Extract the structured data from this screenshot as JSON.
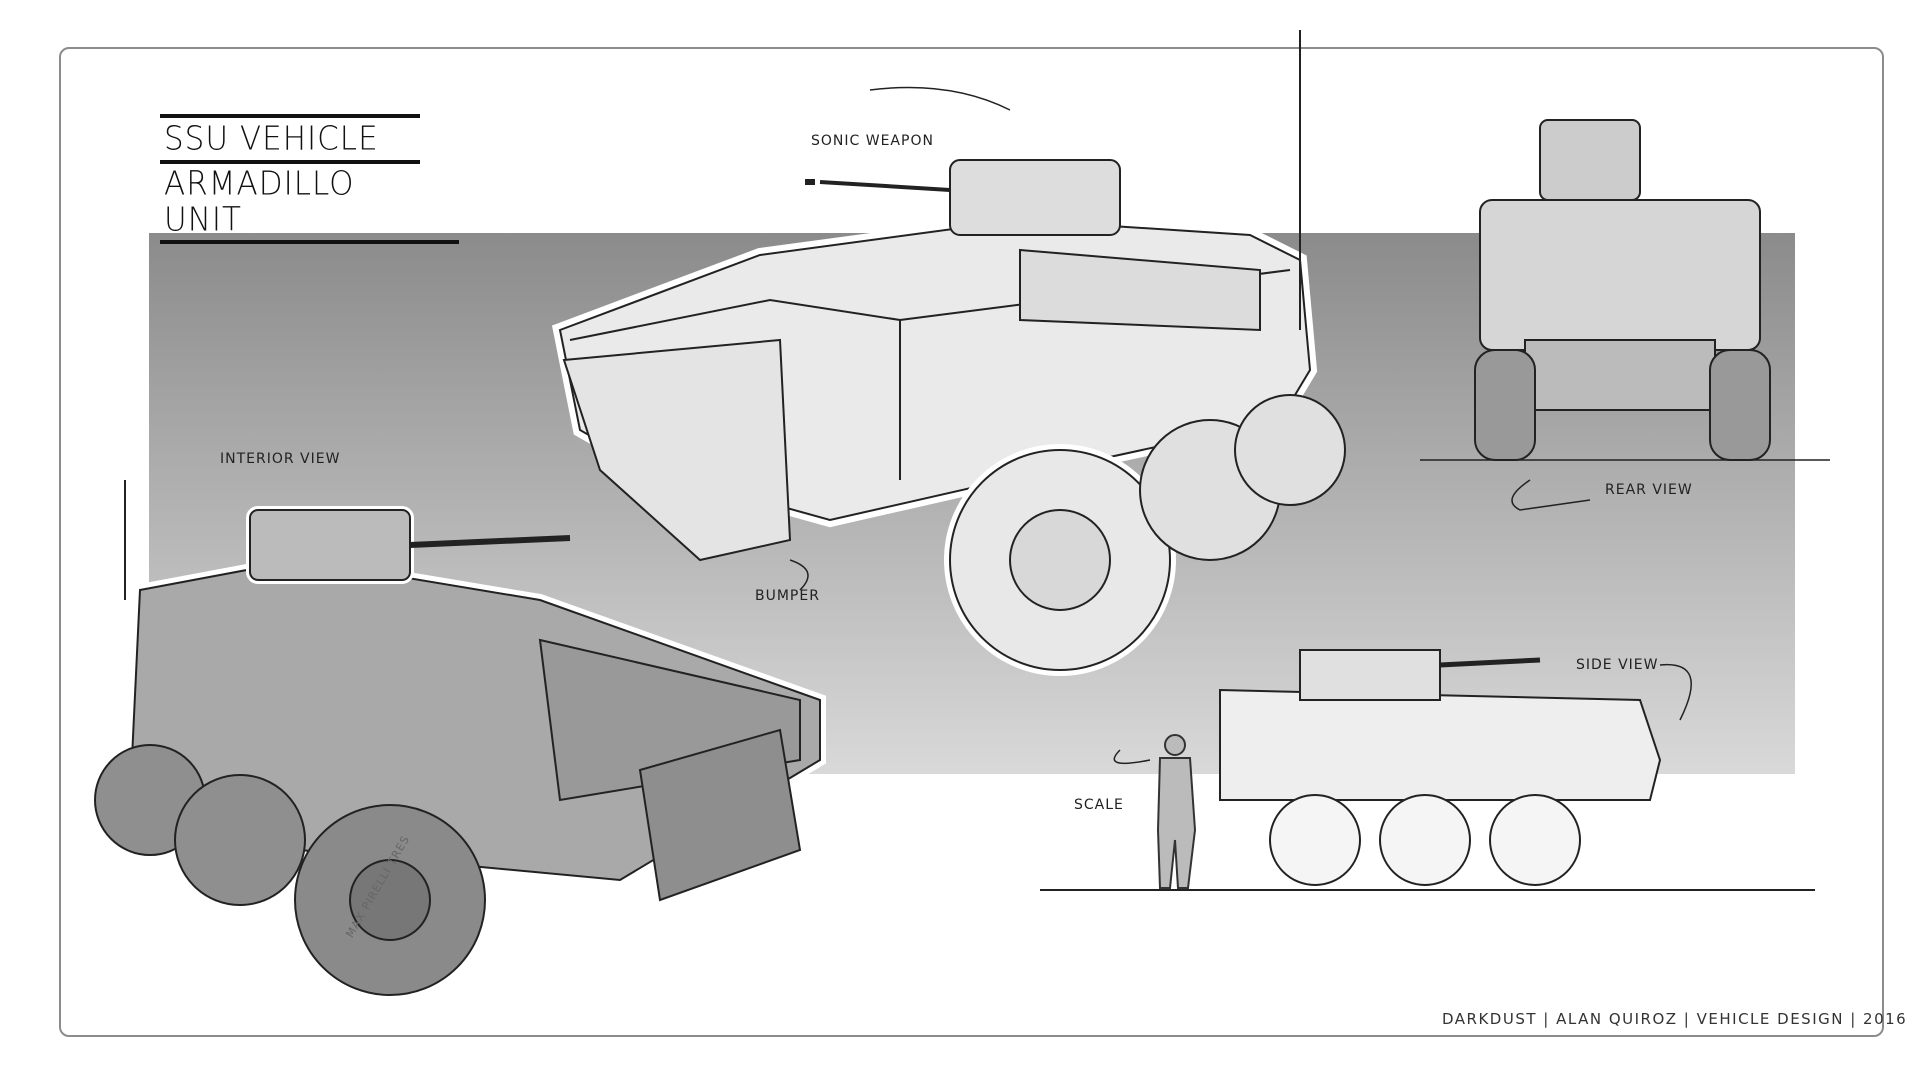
{
  "title": {
    "line1": "SSU VEHICLE",
    "line2": "ARMADILLO UNIT"
  },
  "annotations": {
    "sonic_weapon": "SONIC WEAPON",
    "interior_view": "INTERIOR VIEW",
    "bumper": "BUMPER",
    "rear_view": "REAR VIEW",
    "side_view": "SIDE VIEW",
    "scale": "SCALE"
  },
  "credit": "DARKDUST  | ALAN QUIROZ | VEHICLE DESIGN | 2016",
  "tire_text": "MAX PIRELLI TRES",
  "colors": {
    "band_top": "#8b8b8b",
    "band_bottom": "#d9d9d9",
    "ink": "#111111",
    "frame": "#8c8c8c"
  }
}
